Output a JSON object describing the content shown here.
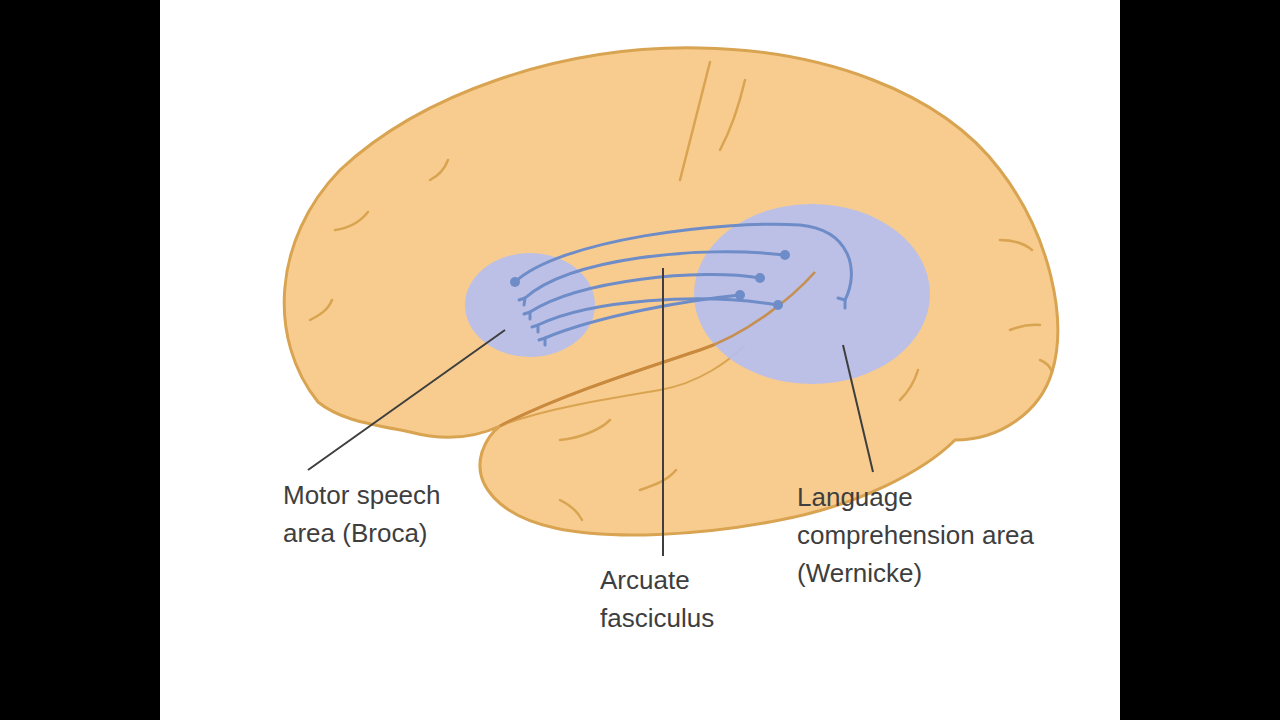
{
  "diagram": {
    "labels": [
      "Motor speech area (Broca)",
      "Arcuate fasciculus",
      "Language comprehension area (Wernicke)"
    ]
  }
}
